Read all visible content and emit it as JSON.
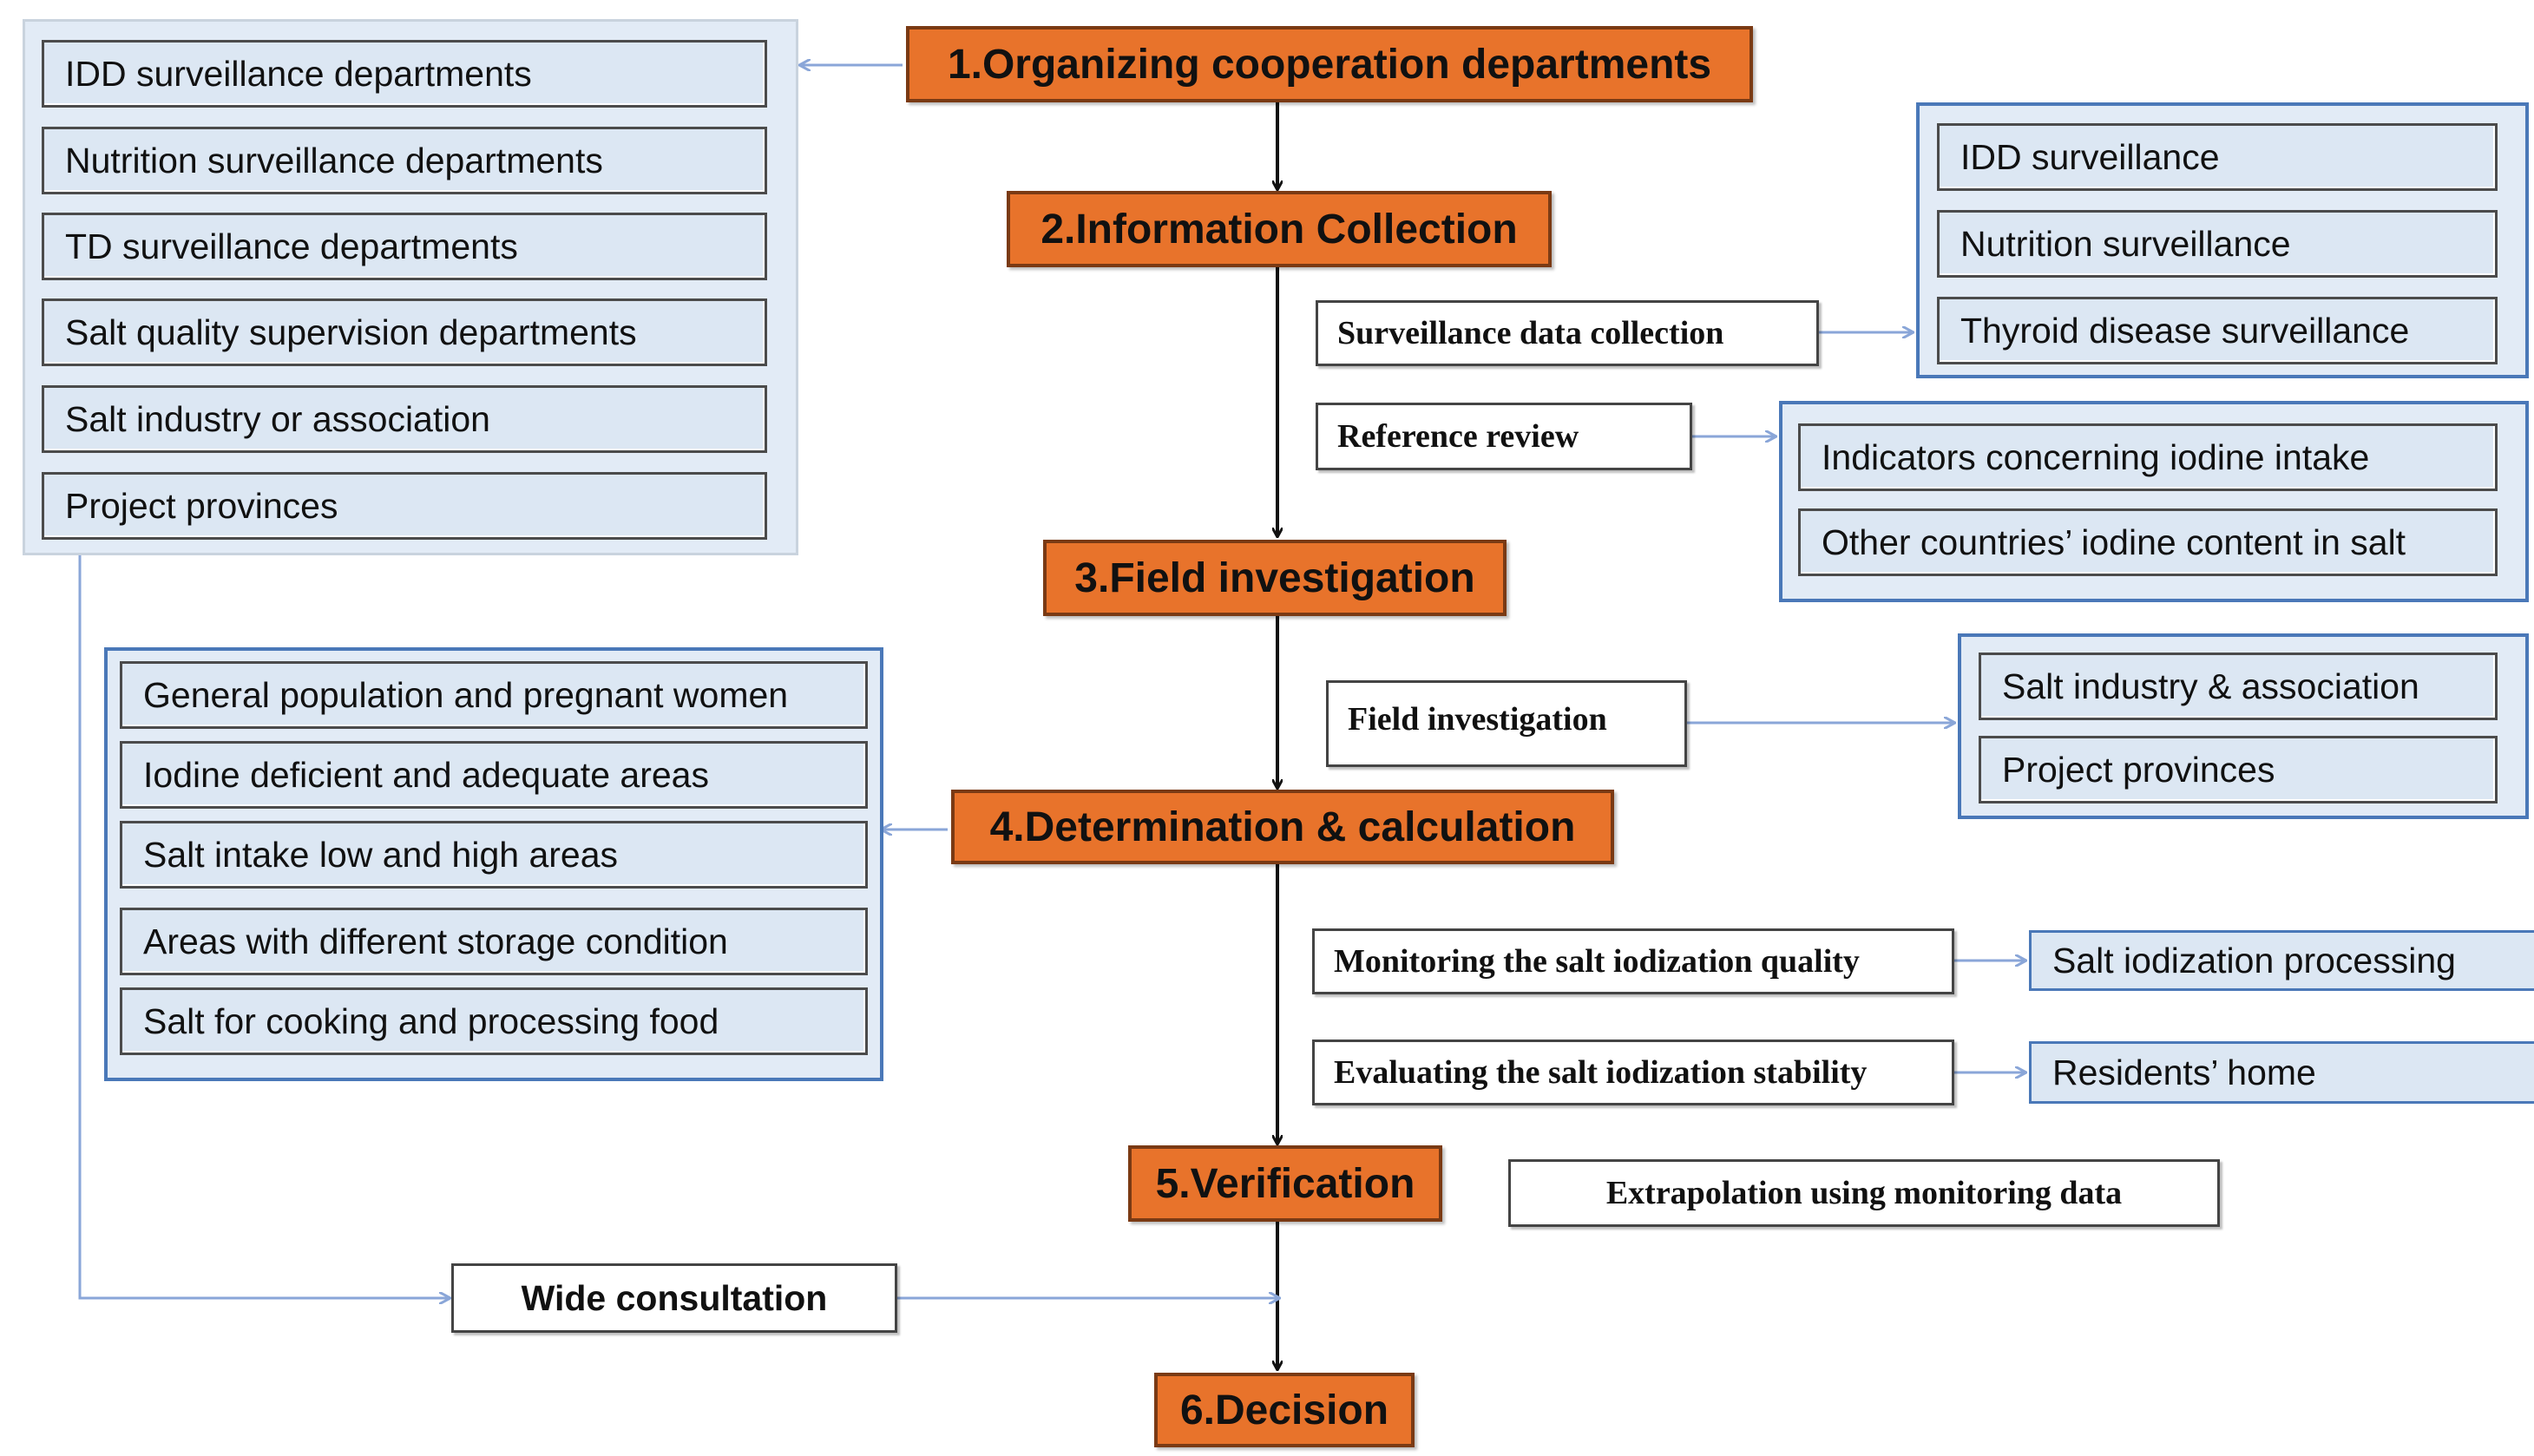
{
  "steps": {
    "s1": "1.Organizing cooperation departments",
    "s2": "2.Information Collection",
    "s3": "3.Field investigation",
    "s4": "4.Determination & calculation",
    "s5": "5.Verification",
    "s6": "6.Decision"
  },
  "departments": [
    "IDD surveillance departments",
    "Nutrition surveillance departments",
    "TD surveillance departments",
    "Salt quality supervision departments",
    "Salt industry or association",
    "Project provinces"
  ],
  "info_collection": {
    "surveillance_label": "Surveillance data collection",
    "surveillance_items": [
      "IDD surveillance",
      "Nutrition surveillance",
      "Thyroid disease surveillance"
    ],
    "reference_label": "Reference review",
    "reference_items": [
      "Indicators concerning iodine intake",
      "Other countries’ iodine content in salt"
    ]
  },
  "field": {
    "label": "Field investigation",
    "items": [
      "Salt industry & association",
      "Project provinces"
    ]
  },
  "determination_items": [
    "General population and pregnant women",
    "Iodine deficient and adequate areas",
    "Salt intake low and high areas",
    "Areas with different storage condition",
    "Salt for cooking and processing food"
  ],
  "monitoring": {
    "quality_label": "Monitoring the salt iodization quality",
    "quality_item": "Salt iodization processing",
    "stability_label": "Evaluating the salt iodization stability",
    "stability_item": "Residents’ home"
  },
  "verification_note": "Extrapolation using monitoring data",
  "consultation_label": "Wide consultation",
  "colors": {
    "step_fill": "#e8732b",
    "step_border": "#7a3a14",
    "panel_fill": "#e2ebf6",
    "panel_border_blue": "#4a78b8",
    "connector_blue": "#8aa6d8",
    "main_arrow": "#111111"
  }
}
